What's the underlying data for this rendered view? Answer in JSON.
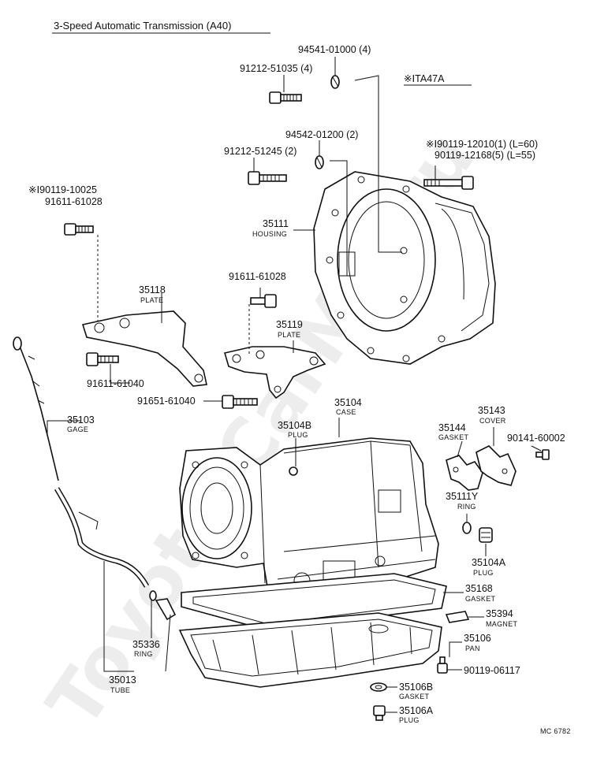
{
  "title": "3-Speed Automatic Transmission (A40)",
  "watermark": "Toyota-CarMix.ru",
  "variant": "※ⅠTA47A",
  "code": "MC 6782",
  "parts": [
    {
      "id": "p-94541",
      "number": "94541-01000 (4)",
      "name": ""
    },
    {
      "id": "p-91212-51035",
      "number": "91212-51035 (4)",
      "name": ""
    },
    {
      "id": "p-94542",
      "number": "94542-01200 (2)",
      "name": ""
    },
    {
      "id": "p-91212-51245",
      "number": "91212-51245 (2)",
      "name": ""
    },
    {
      "id": "p-90119-12010",
      "number": "※Ⅰ90119-12010(1) (L=60)",
      "name": ""
    },
    {
      "id": "p-90119-12168",
      "number": "90119-12168(5) (L=55)",
      "name": ""
    },
    {
      "id": "p-90119-10025",
      "number": "※Ⅰ90119-10025",
      "name": ""
    },
    {
      "id": "p-91611-61028a",
      "number": "91611-61028",
      "name": ""
    },
    {
      "id": "p-35111",
      "number": "35111",
      "name": "HOUSING"
    },
    {
      "id": "p-91611-61028b",
      "number": "91611-61028",
      "name": ""
    },
    {
      "id": "p-35118",
      "number": "35118",
      "name": "PLATE"
    },
    {
      "id": "p-35119",
      "number": "35119",
      "name": "PLATE"
    },
    {
      "id": "p-91611-61040",
      "number": "91611-61040",
      "name": ""
    },
    {
      "id": "p-91651-61040",
      "number": "91651-61040",
      "name": ""
    },
    {
      "id": "p-35104",
      "number": "35104",
      "name": "CASE"
    },
    {
      "id": "p-35103",
      "number": "35103",
      "name": "GAGE"
    },
    {
      "id": "p-35104b",
      "number": "35104B",
      "name": "PLUG"
    },
    {
      "id": "p-35144",
      "number": "35144",
      "name": "GASKET"
    },
    {
      "id": "p-35143",
      "number": "35143",
      "name": "COVER"
    },
    {
      "id": "p-90141",
      "number": "90141-60002",
      "name": ""
    },
    {
      "id": "p-35111y",
      "number": "35111Y",
      "name": "RING"
    },
    {
      "id": "p-35104a",
      "number": "35104A",
      "name": "PLUG"
    },
    {
      "id": "p-35168",
      "number": "35168",
      "name": "GASKET"
    },
    {
      "id": "p-35394",
      "number": "35394",
      "name": "MAGNET"
    },
    {
      "id": "p-35336",
      "number": "35336",
      "name": "RING"
    },
    {
      "id": "p-35106",
      "number": "35106",
      "name": "PAN"
    },
    {
      "id": "p-90119-06117",
      "number": "90119-06117",
      "name": ""
    },
    {
      "id": "p-35013",
      "number": "35013",
      "name": "TUBE"
    },
    {
      "id": "p-35106b",
      "number": "35106B",
      "name": "GASKET"
    },
    {
      "id": "p-35106a",
      "number": "35106A",
      "name": "PLUG"
    }
  ]
}
